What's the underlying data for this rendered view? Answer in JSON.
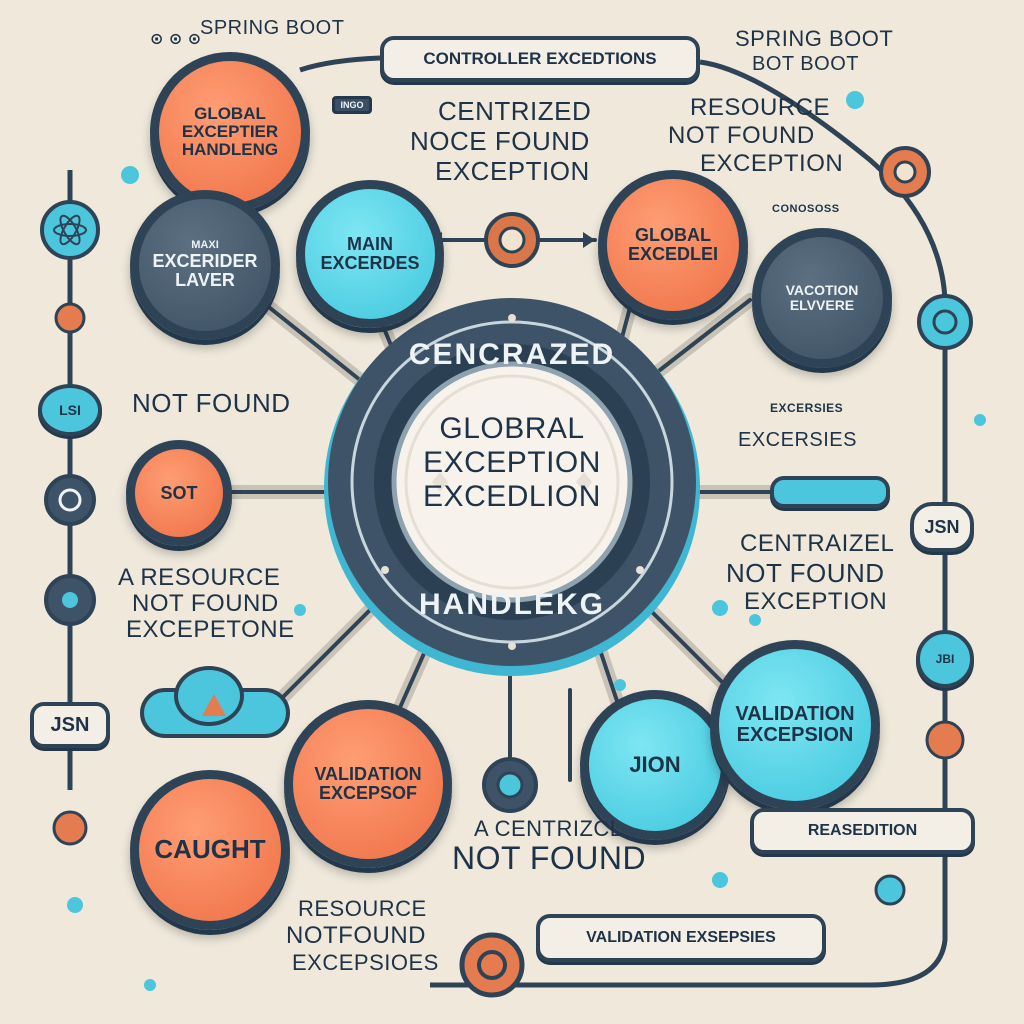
{
  "colors": {
    "background": "#efe8db",
    "navy": "#2f4357",
    "orange": "#ee6f45",
    "cyan": "#3fc6dd",
    "text": "#1e3348"
  },
  "center": {
    "arc_top": "CENCRAZED",
    "line1": "GLOBRAL",
    "line2": "EXCEPTION",
    "line3": "EXCEDLION",
    "arc_bottom": "HANDLEKG"
  },
  "headers": {
    "top_left": "SPRING BOOT",
    "top_left_glyphs": "⊙ ⊙ ⊙",
    "top_pill": "CONTROLLER EXCEDTIONS",
    "top_right_line1": "SPRING BOOT",
    "top_right_line2": "BOT BOOT"
  },
  "texts": {
    "centrized_line1": "CENTRIZED",
    "centrized_line2": "NOCE FOUND",
    "centrized_line3": "EXCEPTION",
    "resource_tr_line1": "RESOURCE",
    "resource_tr_line2": "NOT FOUND",
    "resource_tr_line3": "EXCEPTION",
    "conoses": "CONOSOSS",
    "not_found_left": "NOT FOUND",
    "resource_left_line1": "A RESOURCE",
    "resource_left_line2": "NOT FOUND",
    "resource_left_line3": "EXCEPETONE",
    "excersies": "EXCERSIES",
    "excersies_above": "EXCERSIES",
    "centraizel_line1": "CENTRAIZEL",
    "centraizel_line2": "NOT FOUND",
    "centraizel_line3": "EXCEPTION",
    "centrizcl_line1": "A CENTRIZCL",
    "centrizcl_line2": "NOT FOUND",
    "resource_bottom_line1": "RESOURCE",
    "resource_bottom_line2": "NOTFOUND",
    "resource_bottom_line3": "EXCEPSIOES"
  },
  "nodes": {
    "global_excepter": {
      "line1": "GLOBAL",
      "line2": "EXCEPTIER",
      "line3": "HANDLENG"
    },
    "excerider_layer": {
      "line1": "MAXI",
      "line2": "EXCERIDER",
      "line3": "LAVER"
    },
    "main_excerdes": {
      "line1": "MAIN",
      "line2": "EXCERDES"
    },
    "global_excedlei": {
      "line1": "GLOBAL",
      "line2": "EXCEDLEI"
    },
    "vacotion": {
      "line1": "VACOTION",
      "line2": "ELVVERE"
    },
    "sot": {
      "line1": "SOT"
    },
    "caught": {
      "line1": "CAUGHT"
    },
    "validation_left": {
      "line1": "VALIDATION",
      "line2": "EXCEPSOF"
    },
    "jion": {
      "line1": "JION"
    },
    "validation_right": {
      "line1": "VALIDATION",
      "line2": "EXCEPSION"
    }
  },
  "pills": {
    "jsn_left": "JSN",
    "jsn_right": "JSN",
    "reasedition": "REASEDITION",
    "validation_bottom": "VALIDATION EXSEPSIES",
    "badge_small_tl": "INGO",
    "badge_lsi": "LSI",
    "badge_jbi": "JBI"
  },
  "icons": [
    "atom-icon",
    "gear-icon",
    "cloud-icon",
    "target-icon",
    "lock-icon",
    "leaf-icon"
  ]
}
